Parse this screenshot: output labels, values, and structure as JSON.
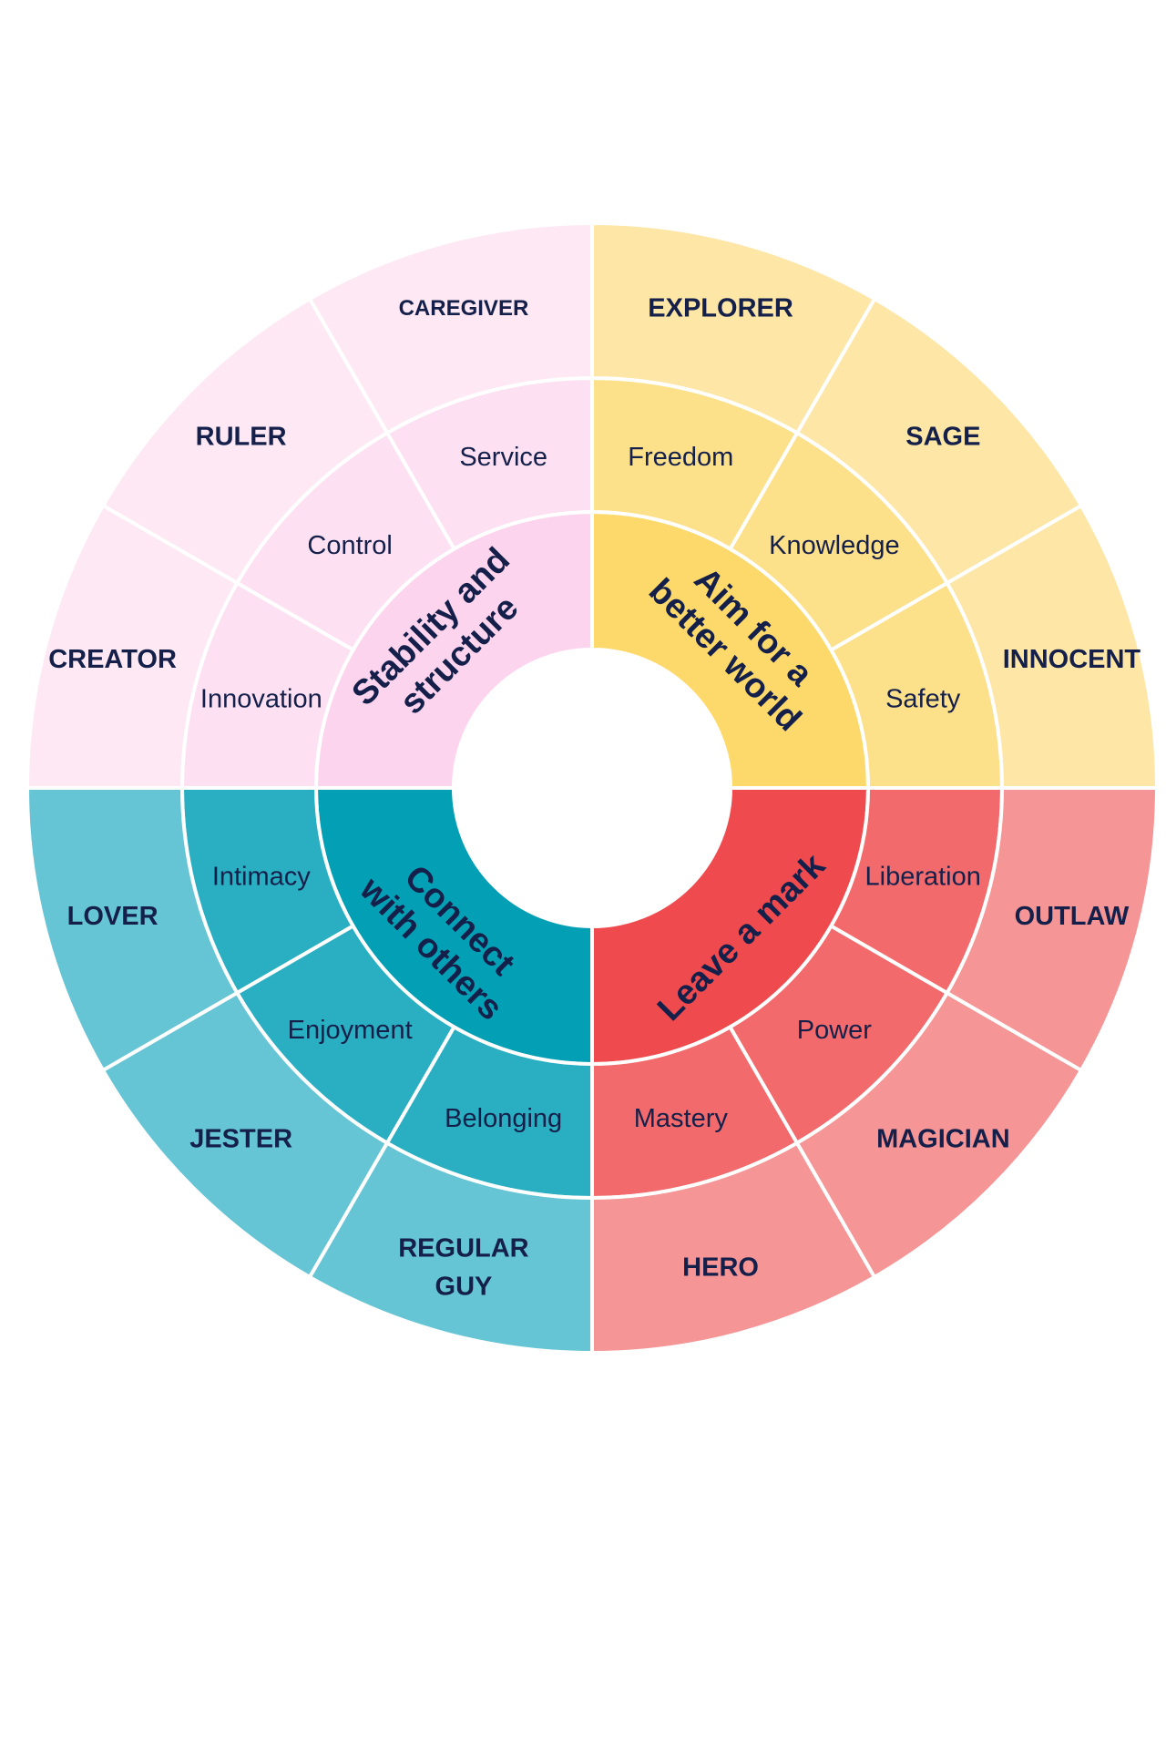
{
  "quadrants": [
    {
      "key": "stability",
      "title_lines": [
        "Stability and",
        "structure"
      ],
      "colors": {
        "inner": "#fdd4ee",
        "middle": "#fde0f2",
        "outer": "#fde8f4"
      },
      "motives": [
        "Service",
        "Control",
        "Innovation"
      ],
      "archetypes": [
        [
          "CAREGIVER"
        ],
        [
          "RULER"
        ],
        [
          "CREATOR"
        ]
      ]
    },
    {
      "key": "better-world",
      "title_lines": [
        "Aim for a",
        "better world"
      ],
      "colors": {
        "inner": "#fdd96b",
        "middle": "#fde08a",
        "outer": "#fde6a6"
      },
      "motives": [
        "Safety",
        "Knowledge",
        "Freedom"
      ],
      "archetypes": [
        [
          "INNOCENT"
        ],
        [
          "SAGE"
        ],
        [
          "EXPLORER"
        ]
      ]
    },
    {
      "key": "leave-mark",
      "title_lines": [
        "Leave a mark"
      ],
      "colors": {
        "inner": "#ef4b4f",
        "middle": "#f26a6c",
        "outer": "#f69596"
      },
      "motives": [
        "Mastery",
        "Power",
        "Liberation"
      ],
      "archetypes": [
        [
          "HERO"
        ],
        [
          "MAGICIAN"
        ],
        [
          "OUTLAW"
        ]
      ]
    },
    {
      "key": "connect",
      "title_lines": [
        "Connect",
        "with others"
      ],
      "colors": {
        "inner": "#039fb5",
        "middle": "#2aaec1",
        "outer": "#66c5d5"
      },
      "motives": [
        "Intimacy",
        "Enjoyment",
        "Belonging"
      ],
      "archetypes": [
        [
          "LOVER"
        ],
        [
          "JESTER"
        ],
        [
          "REGULAR",
          "GUY"
        ]
      ]
    }
  ]
}
